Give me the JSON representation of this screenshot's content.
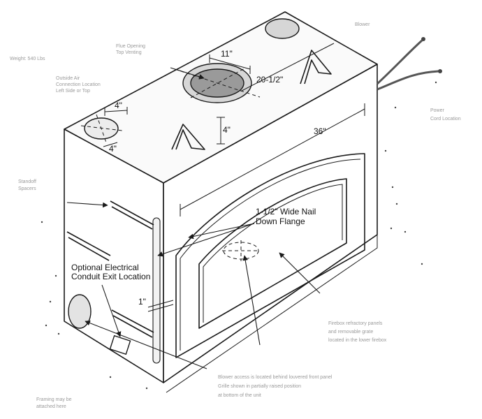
{
  "dimensions": {
    "depth": "11\"",
    "width_top": "20-1/2\"",
    "collar_height": "4\"",
    "vent_a": "4\"",
    "vent_b": "4\"",
    "front_width": "36\"",
    "offset": "1\""
  },
  "labels": {
    "nail_flange": [
      "1-1/2\" Wide Nail",
      "Down Flange"
    ],
    "conduit": [
      "Optional Electrical",
      "Conduit Exit Location"
    ]
  },
  "faint_notes": {
    "weight": "Weight: 540 Lbs",
    "flue": [
      "Flue Opening",
      "Top Venting"
    ],
    "outside_air": [
      "Outside Air",
      "Connection Location",
      "Left Side or Top"
    ],
    "blower": "Blower",
    "power": [
      "Power",
      "Cord Location"
    ],
    "standoff": [
      "Standoff",
      "Spacers"
    ],
    "firebox": [
      "Firebox refractory panels",
      "and removable grate",
      "located in the lower firebox"
    ],
    "bottom_note": [
      "Blower access is located behind louvered front panel",
      "Grille shown in partially raised position",
      "at bottom of the unit"
    ],
    "framing": [
      "Framing may be",
      "attached here"
    ]
  }
}
